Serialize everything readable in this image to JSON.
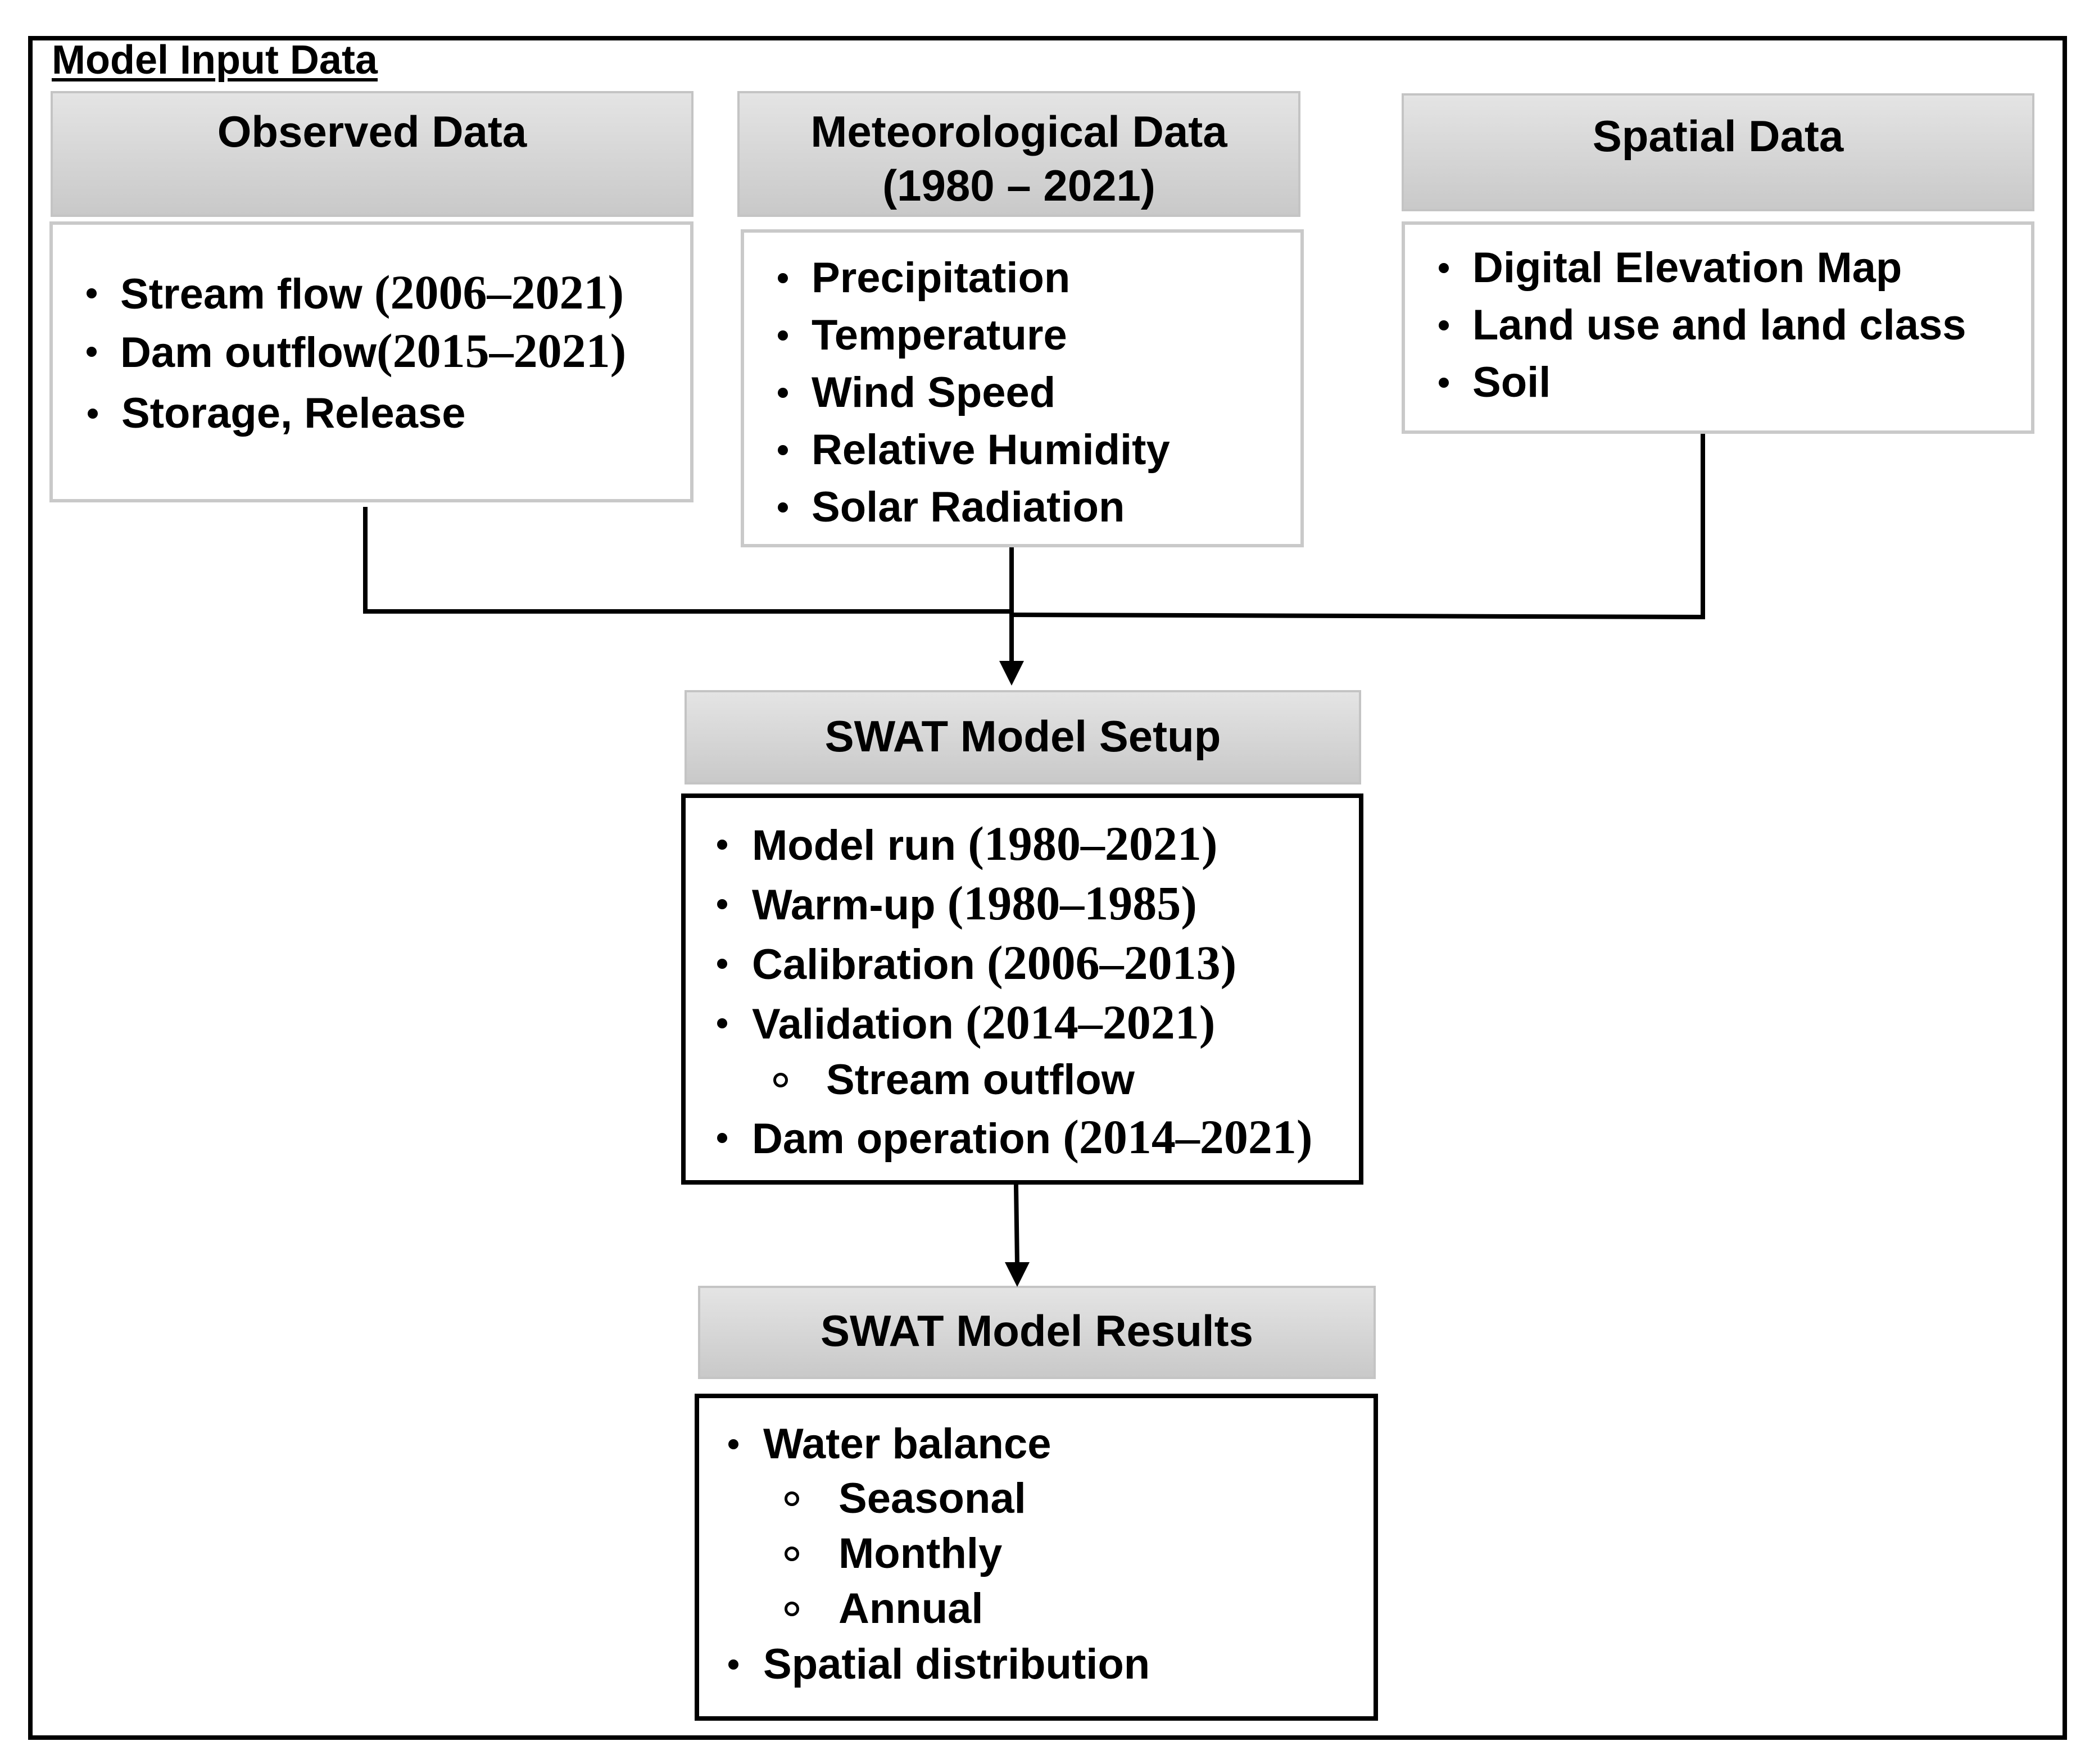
{
  "title": "Model Input Data",
  "observed": {
    "header": "Observed Data",
    "items": [
      {
        "text": "Stream flow ",
        "years": "(2006–2021)"
      },
      {
        "text": "Dam outflow",
        "years": "(2015–2021)"
      },
      {
        "text": "Storage, Release",
        "years": ""
      }
    ]
  },
  "meteorological": {
    "header_line1": "Meteorological Data",
    "header_line2": "(1980 – 2021)",
    "items": [
      "Precipitation",
      "Temperature",
      "Wind Speed",
      "Relative Humidity",
      "Solar Radiation"
    ]
  },
  "spatial": {
    "header": "Spatial Data",
    "items": [
      "Digital Elevation Map",
      "Land use and land class",
      "Soil"
    ]
  },
  "setup": {
    "header": "SWAT Model Setup",
    "items": [
      {
        "text": "Model run ",
        "years": "(1980–2021)"
      },
      {
        "text": "Warm-up ",
        "years": "(1980–1985)"
      },
      {
        "text": "Calibration ",
        "years": "(2006–2013)"
      },
      {
        "text": "Validation ",
        "years": "(2014–2021)"
      },
      {
        "text": "Stream outflow",
        "years": ""
      },
      {
        "text": "Dam operation ",
        "years": "(2014–2021)"
      }
    ]
  },
  "results": {
    "header": "SWAT Model Results",
    "items": [
      "Water balance",
      "Seasonal",
      "Monthly",
      "Annual",
      "Spatial distribution"
    ]
  }
}
